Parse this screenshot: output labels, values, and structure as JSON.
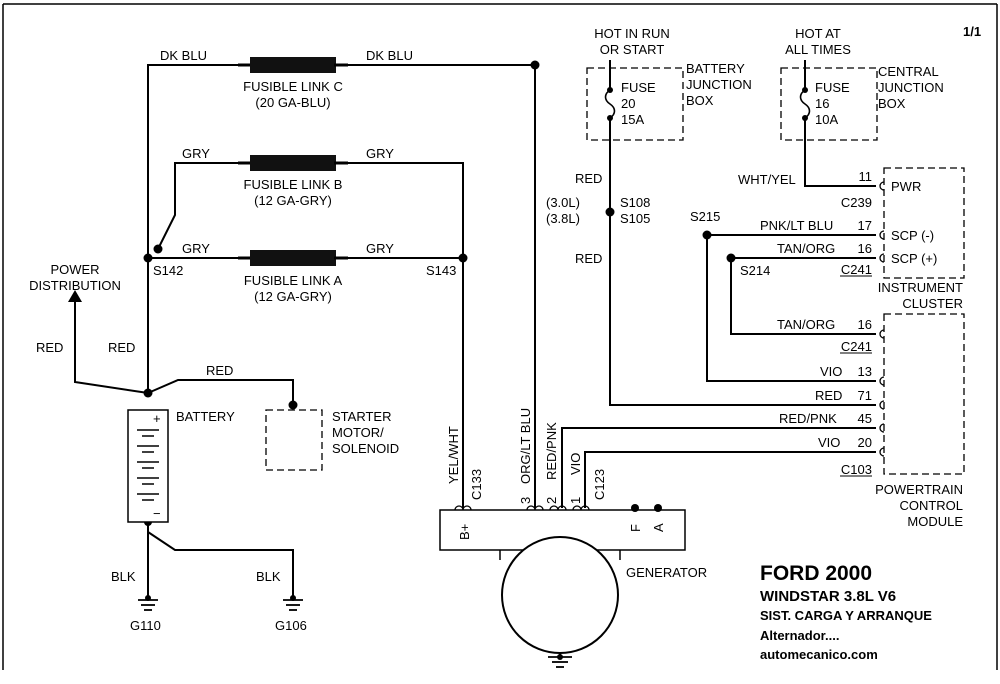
{
  "page": {
    "page_number": "1/1"
  },
  "title": {
    "make_year": "FORD 2000",
    "model": "WINDSTAR  3.8L  V6",
    "system": "SIST. CARGA Y ARRANQUE",
    "subtitle": "Alternador....",
    "site": "automecanico.com"
  },
  "wires": {
    "dk_blu_left": "DK BLU",
    "dk_blu_right": "DK BLU",
    "gry_b_left": "GRY",
    "gry_b_right": "GRY",
    "gry_a_left": "GRY",
    "gry_a_right": "GRY",
    "red_power": "RED",
    "red_battery": "RED",
    "red_starter": "RED",
    "blk_g110": "BLK",
    "blk_g106": "BLK",
    "yel_wht": "YEL/WHT",
    "org_lt_blu": "ORG/LT BLU",
    "red_pnk_gen": "RED/PNK",
    "vio_gen": "VIO",
    "red_fuse20_top": "RED",
    "red_fuse20_bottom": "RED",
    "wht_yel": "WHT/YEL",
    "pnk_lt_blu": "PNK/LT BLU",
    "tan_org_ic": "TAN/ORG",
    "tan_org_pcm": "TAN/ORG",
    "vio_pcm_13": "VIO",
    "red_pcm_71": "RED",
    "red_pnk_pcm_45": "RED/PNK",
    "vio_pcm_20": "VIO"
  },
  "fusible_links": {
    "c_name": "FUSIBLE LINK C",
    "c_spec": "(20 GA-BLU)",
    "b_name": "FUSIBLE LINK B",
    "b_spec": "(12 GA-GRY)",
    "a_name": "FUSIBLE LINK A",
    "a_spec": "(12 GA-GRY)"
  },
  "splices": {
    "s142": "S142",
    "s143": "S143",
    "s108": "S108",
    "s105": "S105",
    "s215": "S215",
    "s214": "S214"
  },
  "engine_variants": {
    "v30": "(3.0L)",
    "v38": "(3.8L)"
  },
  "components": {
    "power_distribution": [
      "POWER",
      "DISTRIBUTION"
    ],
    "battery": "BATTERY",
    "battery_plus": "+",
    "battery_minus": "−",
    "starter": [
      "STARTER",
      "MOTOR/",
      "SOLENOID"
    ],
    "generator": "GENERATOR",
    "instrument_cluster": [
      "INSTRUMENT",
      "CLUSTER"
    ],
    "pcm": [
      "POWERTRAIN",
      "CONTROL",
      "MODULE"
    ],
    "battery_jb": [
      "BATTERY",
      "JUNCTION",
      "BOX"
    ],
    "central_jb": [
      "CENTRAL",
      "JUNCTION",
      "BOX"
    ]
  },
  "grounds": {
    "g110": "G110",
    "g106": "G106"
  },
  "fuses": {
    "fuse20": {
      "hot": [
        "HOT IN RUN",
        "OR START"
      ],
      "label": "FUSE",
      "number": "20",
      "rating": "15A"
    },
    "fuse16": {
      "hot": [
        "HOT AT",
        "ALL TIMES"
      ],
      "label": "FUSE",
      "number": "16",
      "rating": "10A"
    }
  },
  "connectors": {
    "c239": "C239",
    "c241_ic": "C241",
    "c241_pcm": "C241",
    "c103": "C103",
    "c133": "C133",
    "c123": "C123"
  },
  "pins": {
    "ic_pwr": "11",
    "ic_scp_minus": "17",
    "ic_scp_plus": "16",
    "pcm_16": "16",
    "pcm_13": "13",
    "pcm_71": "71",
    "pcm_45": "45",
    "pcm_20": "20",
    "gen_3": "3",
    "gen_2": "2",
    "gen_1": "1"
  },
  "pin_functions": {
    "pwr": "PWR",
    "scp_minus": "SCP (-)",
    "scp_plus": "SCP (+)"
  },
  "generator_terminals": {
    "b_plus": "B+",
    "f": "F",
    "a": "A"
  }
}
